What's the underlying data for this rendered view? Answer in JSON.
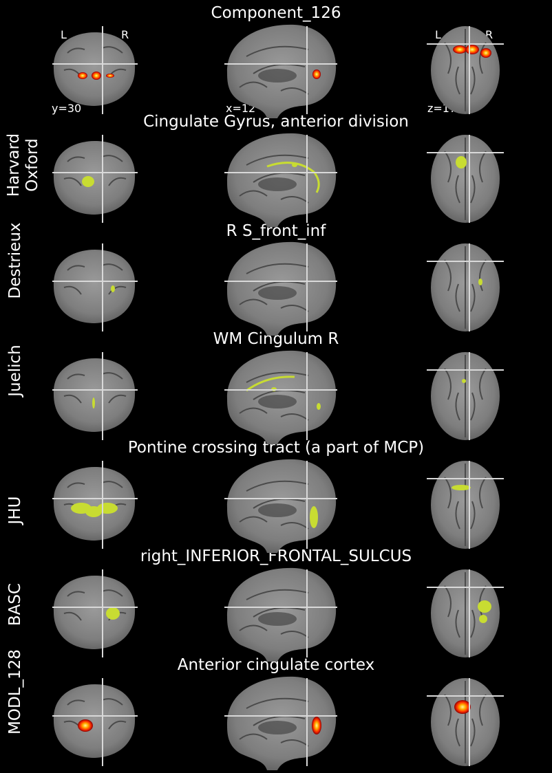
{
  "figure": {
    "title": "Component_126",
    "coords": {
      "coronal": "y=30",
      "sagittal": "x=12",
      "axial": "z=17"
    },
    "orientation": {
      "left": "L",
      "right": "R"
    }
  },
  "rows": [
    {
      "atlas": "Harvard\nOxford",
      "region": "Cingulate Gyrus, anterior division"
    },
    {
      "atlas": "Destrieux",
      "region": "R S_front_inf"
    },
    {
      "atlas": "Juelich",
      "region": "WM Cingulum R"
    },
    {
      "atlas": "JHU",
      "region": "Pontine crossing tract (a part of MCP)"
    },
    {
      "atlas": "BASC",
      "region": "right_INFERIOR_FRONTAL_SULCUS"
    },
    {
      "atlas": "MODL_128",
      "region": "Anterior cingulate cortex"
    }
  ],
  "colors": {
    "background": "#000000",
    "crosshair": "#d9d9d9",
    "atlas_overlay": "#c8dc32",
    "heat_dark": "#8b0000",
    "heat_mid": "#ff3000",
    "heat_bright": "#fff4a0"
  }
}
